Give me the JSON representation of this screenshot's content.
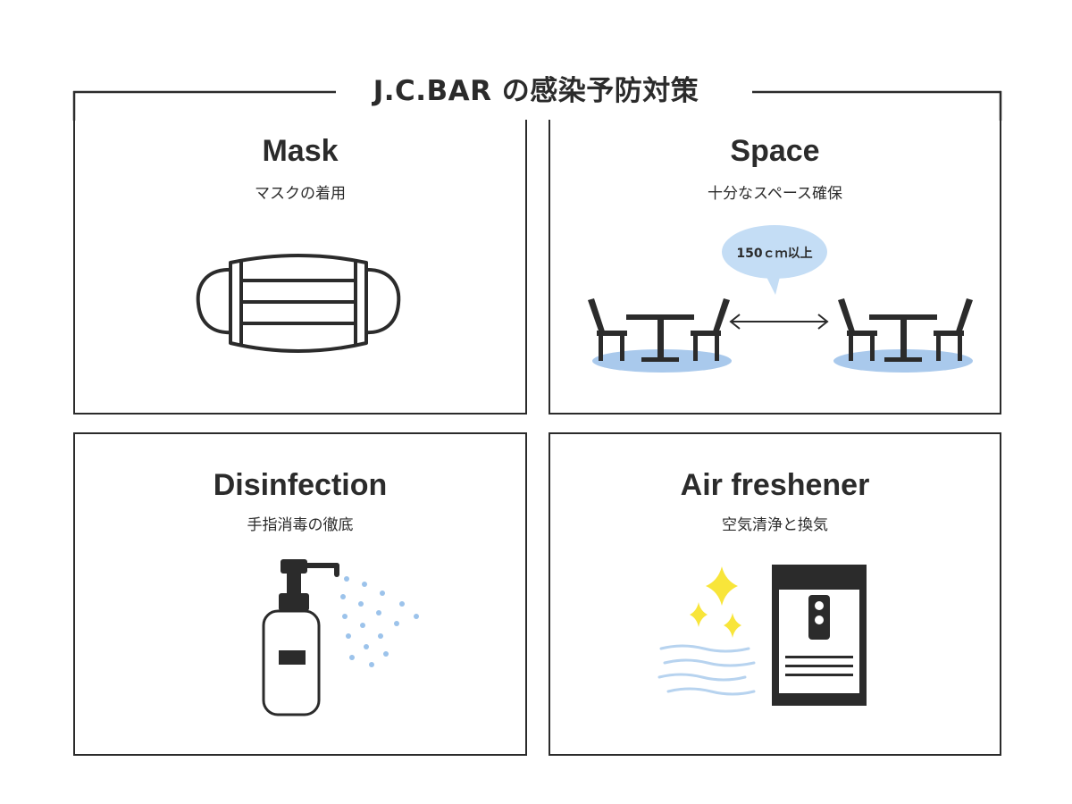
{
  "header": {
    "title": "J.C.BAR の感染予防対策"
  },
  "cards": [
    {
      "title": "Mask",
      "subtitle": "マスクの着用",
      "icon": "face-mask-icon"
    },
    {
      "title": "Space",
      "subtitle": "十分なスペース確保",
      "distance_label": "150ｃｍ以上",
      "icon": "table-and-chairs-icon"
    },
    {
      "title": "Disinfection",
      "subtitle": "手指消毒の徹底",
      "icon": "pump-sanitizer-bottle-icon"
    },
    {
      "title": "Air freshener",
      "subtitle": "空気清浄と換気",
      "icon": "air-purifier-icon"
    }
  ],
  "colors": {
    "line": "#2b2b2b",
    "floor_blue": "#a9c9ec",
    "bubble_blue": "#c4ddf5",
    "spray_blue": "#9cc3eb",
    "sparkle_yellow": "#f8e53a",
    "wind_blue": "#b7d3ef"
  }
}
